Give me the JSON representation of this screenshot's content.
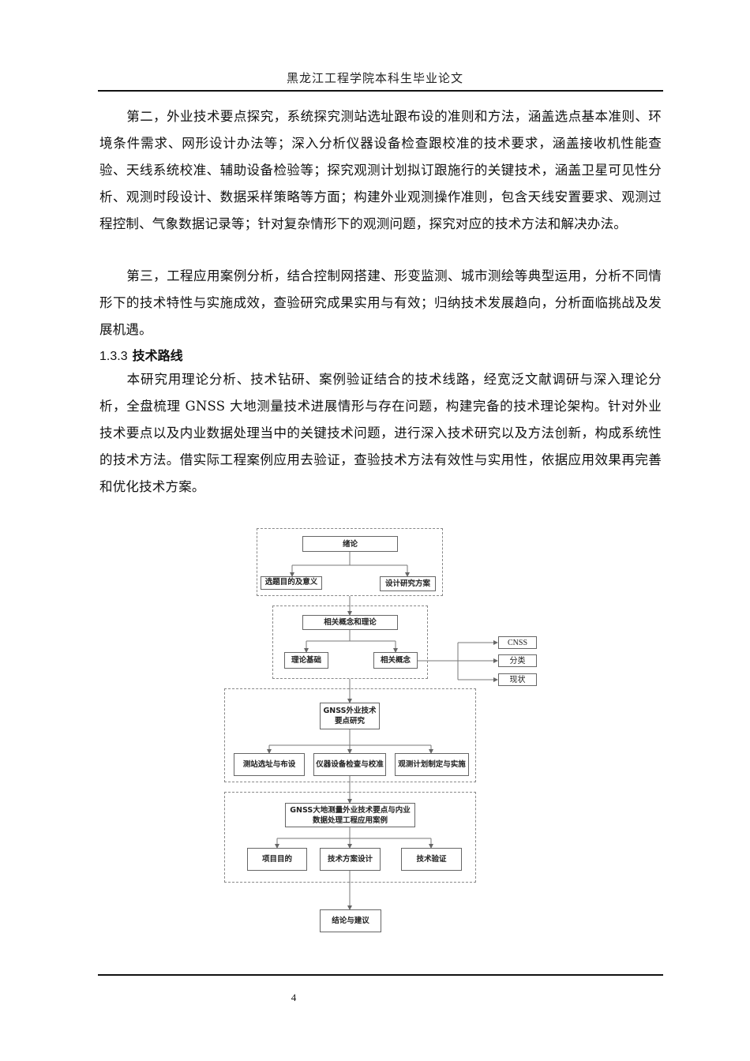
{
  "header": {
    "title": "黑龙江工程学院本科生毕业论文"
  },
  "body": {
    "paragraph_1": "第二，外业技术要点探究，系统探究测站选址跟布设的准则和方法，涵盖选点基本准则、环境条件需求、网形设计办法等；深入分析仪器设备检查跟校准的技术要求，涵盖接收机性能查验、天线系统校准、辅助设备检验等；探究观测计划拟订跟施行的关键技术，涵盖卫星可见性分析、观测时段设计、数据采样策略等方面；构建外业观测操作准则，包含天线安置要求、观测过程控制、气象数据记录等；针对复杂情形下的观测问题，探究对应的技术方法和解决办法。",
    "paragraph_2": "第三，工程应用案例分析，结合控制网搭建、形变监测、城市测绘等典型运用，分析不同情形下的技术特性与实施成效，查验研究成果实用与有效；归纳技术发展趋向，分析面临挑战及发展机遇。",
    "section": {
      "number": "1.3.3",
      "title": "技术路线"
    },
    "paragraph_3": "本研究用理论分析、技术钻研、案例验证结合的技术线路，经宽泛文献调研与深入理论分析，全盘梳理 GNSS 大地测量技术进展情形与存在问题，构建完备的技术理论架构。针对外业技术要点以及内业数据处理当中的关键技术问题，进行深入技术研究以及方法创新，构成系统性的技术方法。借实际工程案例应用去验证，查验技术方法有效性与实用性，依据应用效果再完善和优化技术方案。"
  },
  "diagram": {
    "group1": {
      "root": "绪论",
      "children": [
        "选题目的及意义",
        "设计研究方案"
      ]
    },
    "group2": {
      "root": "相关概念和理论",
      "children": [
        "理论基础",
        "相关概念"
      ],
      "side_nodes": [
        "CNSS",
        "分类",
        "现状"
      ]
    },
    "group3": {
      "root": "GNSS外业技术要点研究",
      "children": [
        "测站选址与布设",
        "仪器设备检查与校准",
        "观测计划制定与实施"
      ]
    },
    "group4": {
      "root": "GNSS大地测量外业技术要点与内业数据处理工程应用案例",
      "children": [
        "项目目的",
        "技术方案设计",
        "技术验证"
      ]
    },
    "final": "结论与建议"
  },
  "footer": {
    "page_number": "4"
  }
}
